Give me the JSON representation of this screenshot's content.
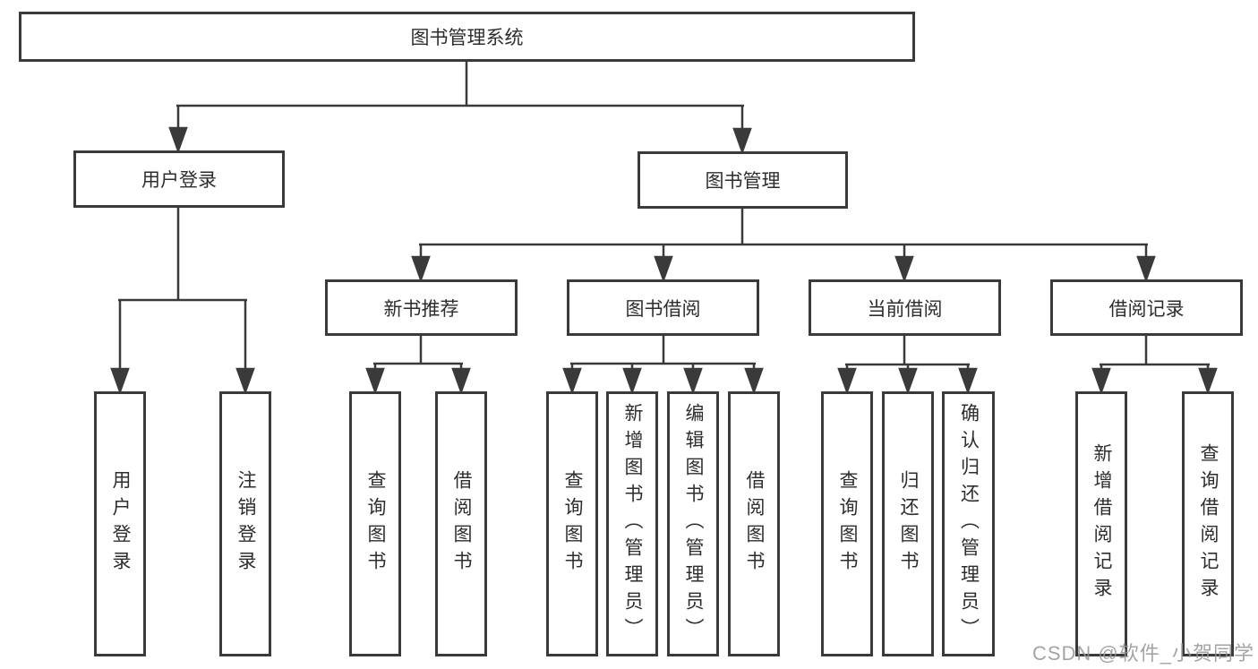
{
  "diagram_title": "图书管理系统",
  "colors": {
    "line": "#3a3a3a",
    "box_border": "#3a3a3a",
    "box_background": "#ffffff",
    "text": "#2d2d2d",
    "watermark": "#949494"
  },
  "tree": {
    "root": {
      "label": "图书管理系统",
      "children": [
        {
          "label": "用户登录",
          "children": [
            {
              "label": "用户登录"
            },
            {
              "label": "注销登录"
            }
          ]
        },
        {
          "label": "图书管理",
          "children": [
            {
              "label": "新书推荐",
              "children": [
                {
                  "label": "查询图书"
                },
                {
                  "label": "借阅图书"
                }
              ]
            },
            {
              "label": "图书借阅",
              "children": [
                {
                  "label": "查询图书"
                },
                {
                  "label": "新增图书（管理员）"
                },
                {
                  "label": "编辑图书（管理员）"
                },
                {
                  "label": "借阅图书"
                }
              ]
            },
            {
              "label": "当前借阅",
              "children": [
                {
                  "label": "查询图书"
                },
                {
                  "label": "归还图书"
                },
                {
                  "label": "确认归还（管理员）"
                }
              ]
            },
            {
              "label": "借阅记录",
              "children": [
                {
                  "label": "新增借阅记录"
                },
                {
                  "label": "查询借阅记录"
                }
              ]
            }
          ]
        }
      ]
    }
  },
  "watermark": "CSDN @软件_小贺同学"
}
